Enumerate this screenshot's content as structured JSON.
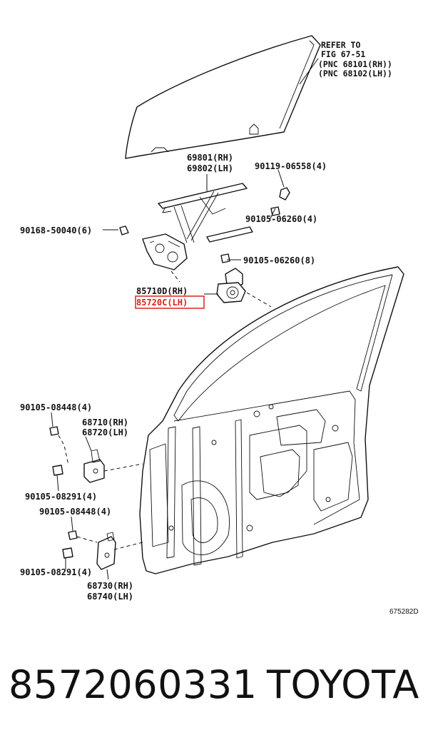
{
  "diagram": {
    "labels": {
      "refer_1": "REFER TO",
      "refer_2": "FIG 67-51",
      "refer_3": "(PNC 68101(RH))",
      "refer_4": "(PNC 68102(LH))",
      "regulator_rh": "69801(RH)",
      "regulator_lh": "69802(LH)",
      "bolt_90119": "90119-06558(4)",
      "bolt_90168": "90168-50040(6)",
      "bolt_90105_06260_4": "90105-06260(4)",
      "bolt_90105_06260_8": "90105-06260(8)",
      "motor_rh": "85710D(RH)",
      "motor_lh": "85720C(LH)",
      "bolt_08448_upper": "90105-08448(4)",
      "hinge_upper_rh": "68710(RH)",
      "hinge_upper_lh": "68720(LH)",
      "bolt_08291_upper": "90105-08291(4)",
      "bolt_08448_lower": "90105-08448(4)",
      "bolt_08291_lower": "90105-08291(4)",
      "hinge_lower_rh": "68730(RH)",
      "hinge_lower_lh": "68740(LH)",
      "figure_code": "675282D"
    },
    "highlight_color": "#e02020"
  },
  "footer": {
    "part_number": "8572060331",
    "brand": "TOYOTA"
  }
}
